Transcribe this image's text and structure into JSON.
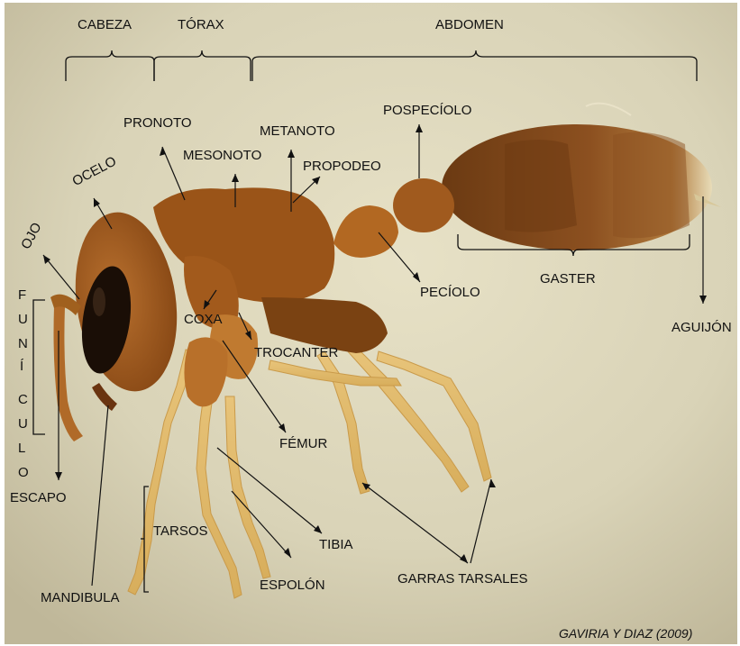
{
  "regions": {
    "head": "CABEZA",
    "thorax": "TÓRAX",
    "abdomen": "ABDOMEN"
  },
  "parts": {
    "pronoto": "PRONOTO",
    "metanoto": "METANOTO",
    "mesonoto": "MESONOTO",
    "propodeo": "PROPODEO",
    "pospeciolo": "POSPECÍOLO",
    "ocelo": "OCELO",
    "ojo": "OJO",
    "coxa": "COXA",
    "trocanter": "TROCANTER",
    "peciolo": "PECÍOLO",
    "gaster": "GASTER",
    "aguijon": "AGUIJÓN",
    "femur": "FÉMUR",
    "escapo": "ESCAPO",
    "tarsos": "TARSOS",
    "tibia": "TIBIA",
    "espolon": "ESPOLÓN",
    "garras_tarsales": "GARRAS TARSALES",
    "mandibula": "MANDIBULA",
    "funiculo_letters": [
      "F",
      "U",
      "N",
      "Í",
      "C",
      "U",
      "L",
      "O"
    ]
  },
  "credit": "GAVIRIA Y DIAZ (2009)",
  "colors": {
    "background": "#d8d2b6",
    "ant_body": "#8a4e1c",
    "ant_dark": "#5a2e0c",
    "ant_leg": "#e0b866",
    "eye": "#1a0e06",
    "label_text": "#111111"
  }
}
